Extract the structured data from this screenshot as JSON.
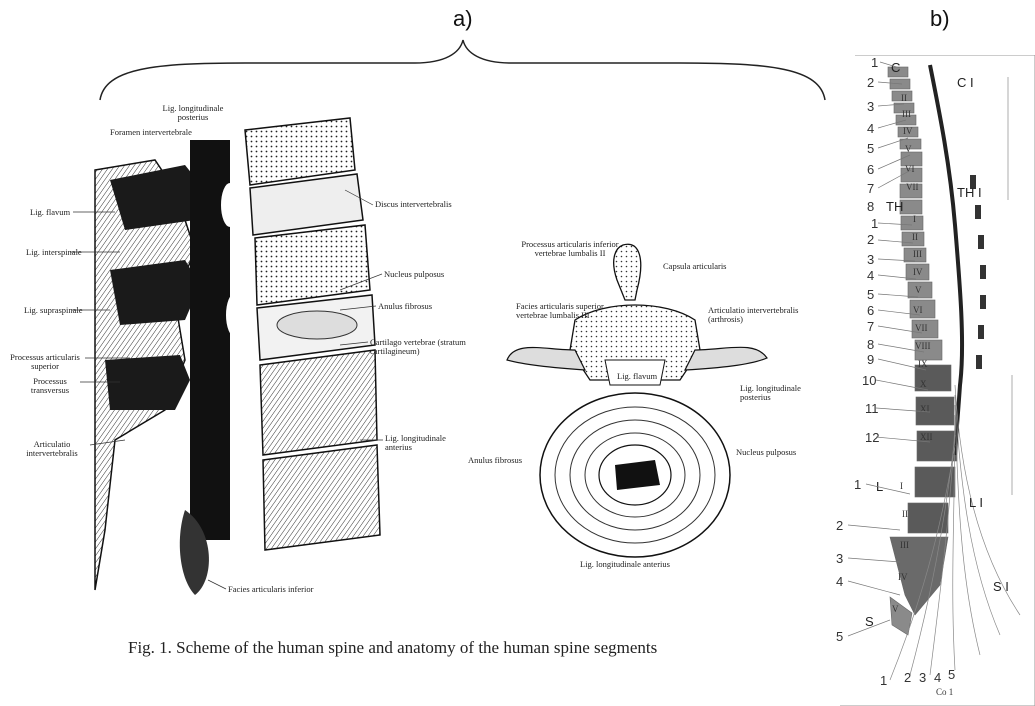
{
  "figure": {
    "panel_a_label": "a)",
    "panel_b_label": "b)",
    "caption": "Fig. 1. Scheme of the human spine and anatomy of the human spine segments"
  },
  "lateral_view_labels": {
    "lig_longitudinale_posterius": "Lig. longitudinale posterius",
    "foramen_intervertebrale": "Foramen intervertebrale",
    "lig_flavum": "Lig. flavum",
    "lig_interspinale": "Lig. interspinale",
    "lig_supraspinale": "Lig. supraspinale",
    "processus_articularis_superior": "Processus articularis superior",
    "processus_transversus": "Processus transversus",
    "articulatio_intervertebralis": "Articulatio intervertebralis",
    "discus_intervertebralis": "Discus intervertebralis",
    "nucleus_pulposus": "Nucleus pulposus",
    "anulus_fibrosus": "Anulus fibrosus",
    "cartilago_vertebrae": "Cartilago vertebrae (stratum cartilagineum)",
    "lig_longitudinale_anterius": "Lig. longitudinale anterius",
    "facies_articularis_inferior": "Facies articularis inferior"
  },
  "axial_view_labels": {
    "processus_articularis_inferior": "Processus articularis inferior vertebrae lumbalis II",
    "capsula_articularis": "Capsula articularis",
    "facies_articularis_superior": "Facies articularis superior vertebrae lumbalis III",
    "articulatio_intervertebralis": "Articulatio intervertebralis (arthrosis)",
    "lig_flavum": "Lig. flavum",
    "lig_longitudinale_posterius": "Lig. longitudinale posterius",
    "anulus_fibrosus": "Anulus fibrosus",
    "nucleus_pulposus": "Nucleus pulposus",
    "lig_longitudinale_anterius": "Lig. longitudinale anterius"
  },
  "spine_scheme": {
    "outer_numbers": [
      "1",
      "2",
      "3",
      "4",
      "5",
      "6",
      "7",
      "8",
      "1",
      "2",
      "3",
      "4",
      "5",
      "6",
      "7",
      "8",
      "9",
      "10",
      "11",
      "12",
      "1",
      "2",
      "3",
      "4",
      "5"
    ],
    "bottom_numbers": [
      "1",
      "2",
      "3",
      "4",
      "5"
    ],
    "cervical_letters": "C",
    "thoracic_letters": "TH",
    "lumbar_letters": "L",
    "sacral_letters": "S",
    "coccyx": "Co 1",
    "cervical_roman": [
      "I",
      "II",
      "III",
      "IV",
      "V",
      "VI",
      "VII"
    ],
    "thoracic_roman": [
      "I",
      "II",
      "III",
      "IV",
      "V",
      "VI",
      "VII",
      "VIII",
      "IX",
      "X",
      "XI",
      "XII"
    ],
    "lumbar_roman": [
      "I",
      "II",
      "III",
      "IV",
      "V"
    ],
    "inner_labels": {
      "c1": "C I",
      "th1": "TH I",
      "l1": "L I",
      "s1": "S I"
    }
  }
}
